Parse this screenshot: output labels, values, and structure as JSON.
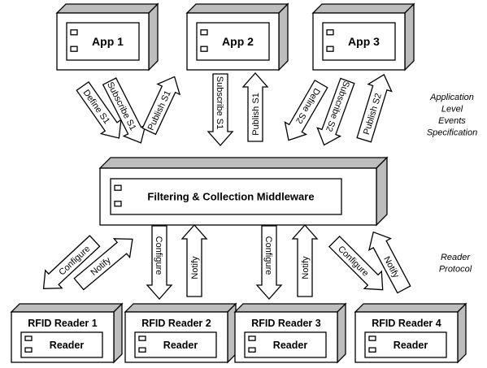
{
  "apps": [
    {
      "label": "App 1"
    },
    {
      "label": "App 2"
    },
    {
      "label": "App 3"
    }
  ],
  "middleware": {
    "label": "Filtering & Collection Middleware"
  },
  "readers": [
    {
      "title": "RFID Reader 1",
      "component": "Reader"
    },
    {
      "title": "RFID Reader 2",
      "component": "Reader"
    },
    {
      "title": "RFID Reader 3",
      "component": "Reader"
    },
    {
      "title": "RFID Reader 4",
      "component": "Reader"
    }
  ],
  "upper_arrows": [
    {
      "label": "Define S1",
      "direction": "down"
    },
    {
      "label": "Subscribe S1",
      "direction": "down"
    },
    {
      "label": "Publish S1",
      "direction": "up"
    },
    {
      "label": "Subscribe S1",
      "direction": "down"
    },
    {
      "label": "Publish S1",
      "direction": "up"
    },
    {
      "label": "Define S2",
      "direction": "down"
    },
    {
      "label": "Subscribe S2",
      "direction": "down"
    },
    {
      "label": "Publish S2",
      "direction": "up"
    }
  ],
  "lower_arrows": [
    {
      "label": "Configure",
      "direction": "down"
    },
    {
      "label": "Notify",
      "direction": "up"
    },
    {
      "label": "Configure",
      "direction": "down"
    },
    {
      "label": "Notify",
      "direction": "up"
    },
    {
      "label": "Configure",
      "direction": "down"
    },
    {
      "label": "Notify",
      "direction": "up"
    },
    {
      "label": "Configure",
      "direction": "down"
    },
    {
      "label": "Notify",
      "direction": "up"
    }
  ],
  "side_labels": {
    "application_level": [
      "Application",
      "Level",
      "Events",
      "Specification"
    ],
    "reader_protocol": [
      "Reader",
      "Protocol"
    ]
  },
  "icons": {
    "component": "uml-component-icon",
    "arrow": "block-arrow"
  }
}
